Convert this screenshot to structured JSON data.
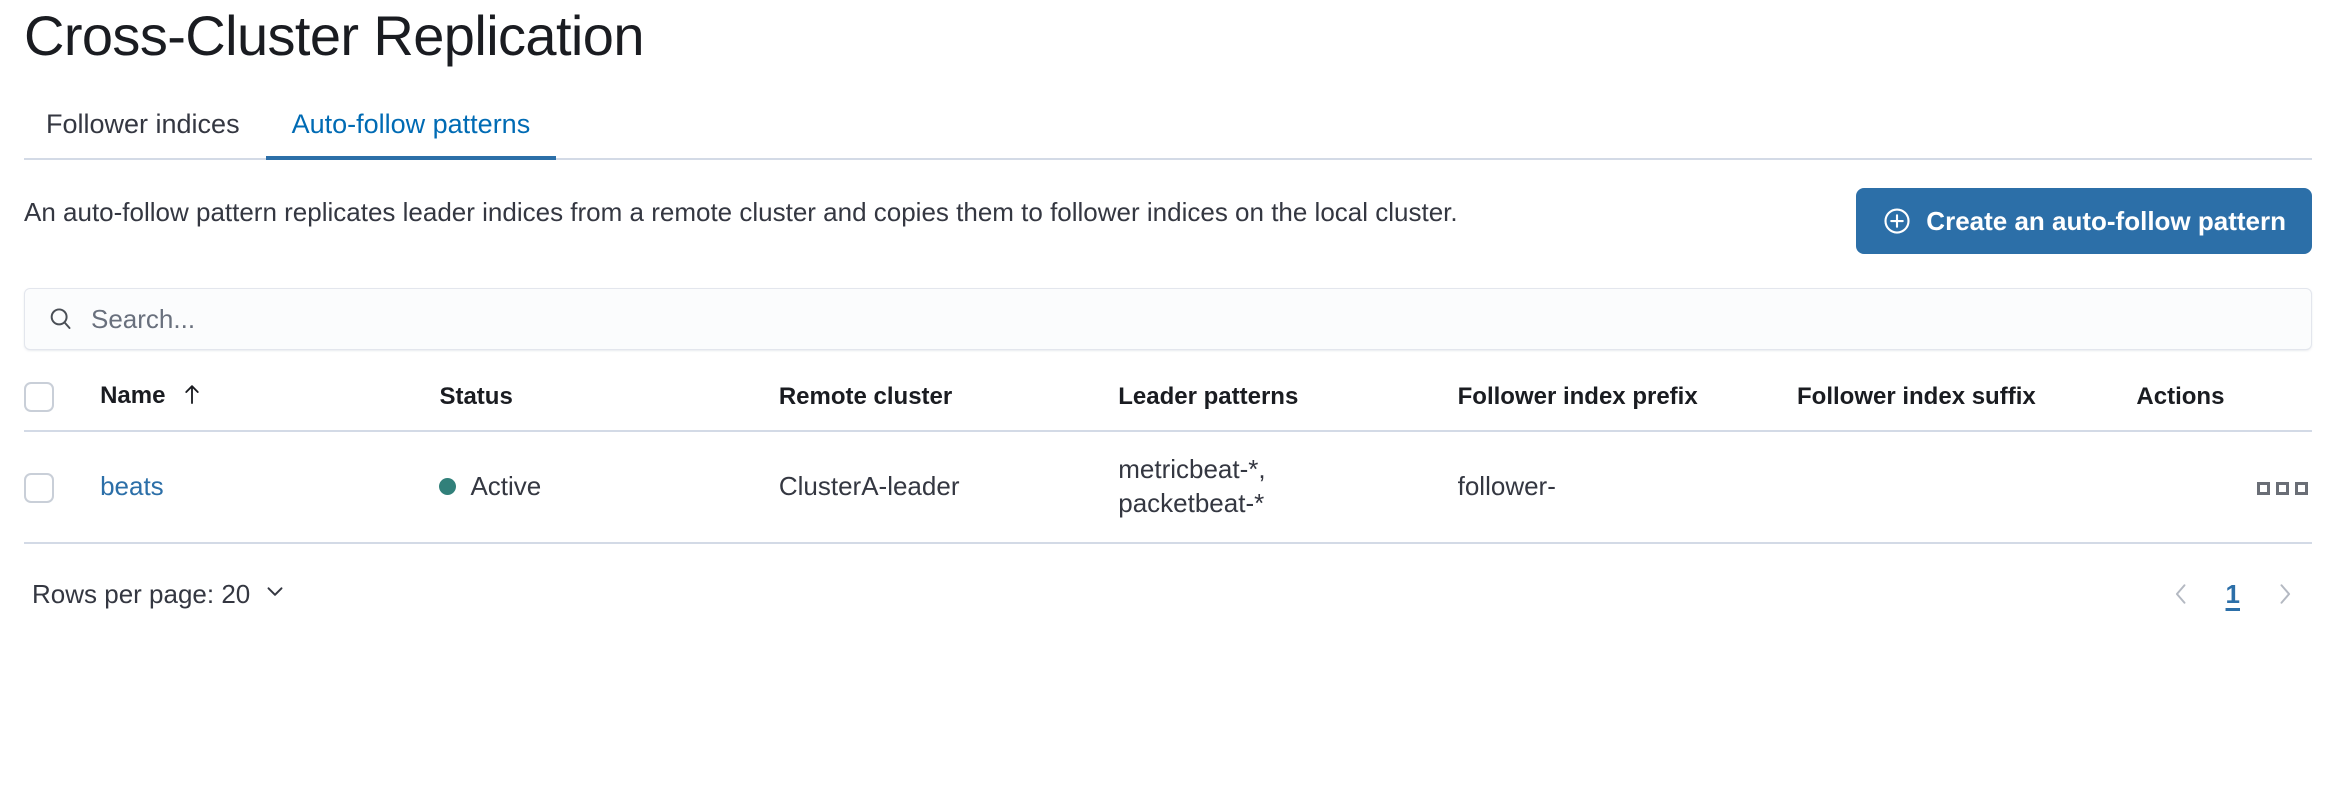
{
  "page": {
    "title": "Cross-Cluster Replication"
  },
  "tabs": [
    {
      "label": "Follower indices",
      "active": false
    },
    {
      "label": "Auto-follow patterns",
      "active": true
    }
  ],
  "intro": {
    "description": "An auto-follow pattern replicates leader indices from a remote cluster and copies them to follower indices on the local cluster.",
    "create_button_label": "Create an auto-follow pattern",
    "create_button_icon": "plus-in-circle-icon"
  },
  "search": {
    "placeholder": "Search...",
    "value": "",
    "icon": "search-icon"
  },
  "table": {
    "columns": [
      {
        "key": "select",
        "label": ""
      },
      {
        "key": "name",
        "label": "Name",
        "sorted": "asc",
        "sort_icon": "arrow-up-icon"
      },
      {
        "key": "status",
        "label": "Status"
      },
      {
        "key": "remote_cluster",
        "label": "Remote cluster"
      },
      {
        "key": "leader_patterns",
        "label": "Leader patterns"
      },
      {
        "key": "follower_index_prefix",
        "label": "Follower index prefix"
      },
      {
        "key": "follower_index_suffix",
        "label": "Follower index suffix"
      },
      {
        "key": "actions",
        "label": "Actions"
      }
    ],
    "rows": [
      {
        "name": "beats",
        "status": "Active",
        "status_color": "#31807a",
        "remote_cluster": "ClusterA-leader",
        "leader_patterns": "metricbeat-*,\npacketbeat-*",
        "follower_index_prefix": "follower-",
        "follower_index_suffix": "",
        "actions_icon": "more-actions-icon"
      }
    ]
  },
  "footer": {
    "rows_per_page_label": "Rows per page: 20",
    "rows_per_page_icon": "chevron-down-icon",
    "prev_icon": "chevron-left-icon",
    "next_icon": "chevron-right-icon",
    "pages": [
      "1"
    ],
    "current_page": "1"
  },
  "colors": {
    "accent": "#2c6fa8",
    "link": "#2c6fa8",
    "success": "#31807a",
    "text": "#343741",
    "border": "#d3dae6"
  }
}
